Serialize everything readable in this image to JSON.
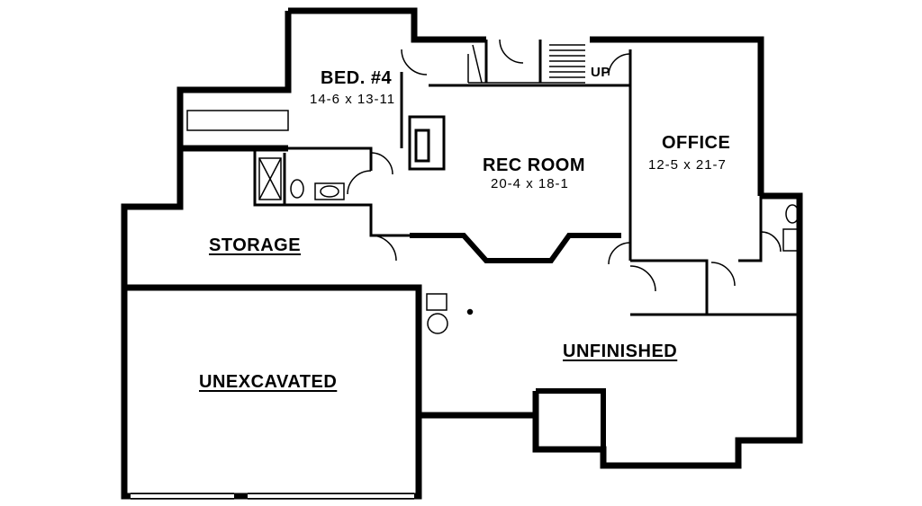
{
  "rooms": {
    "bed4": {
      "name": "BED. #4",
      "size": "14-6 x 13-11"
    },
    "rec_room": {
      "name": "REC ROOM",
      "size": "20-4 x 18-1"
    },
    "office": {
      "name": "OFFICE",
      "size": "12-5 x 21-7"
    },
    "storage": {
      "name": "STORAGE"
    },
    "unexcavated": {
      "name": "UNEXCAVATED"
    },
    "unfinished": {
      "name": "UNFINISHED"
    }
  },
  "stairs": {
    "direction_label": "UP"
  },
  "colors": {
    "wall": "#000000",
    "background": "#ffffff"
  }
}
